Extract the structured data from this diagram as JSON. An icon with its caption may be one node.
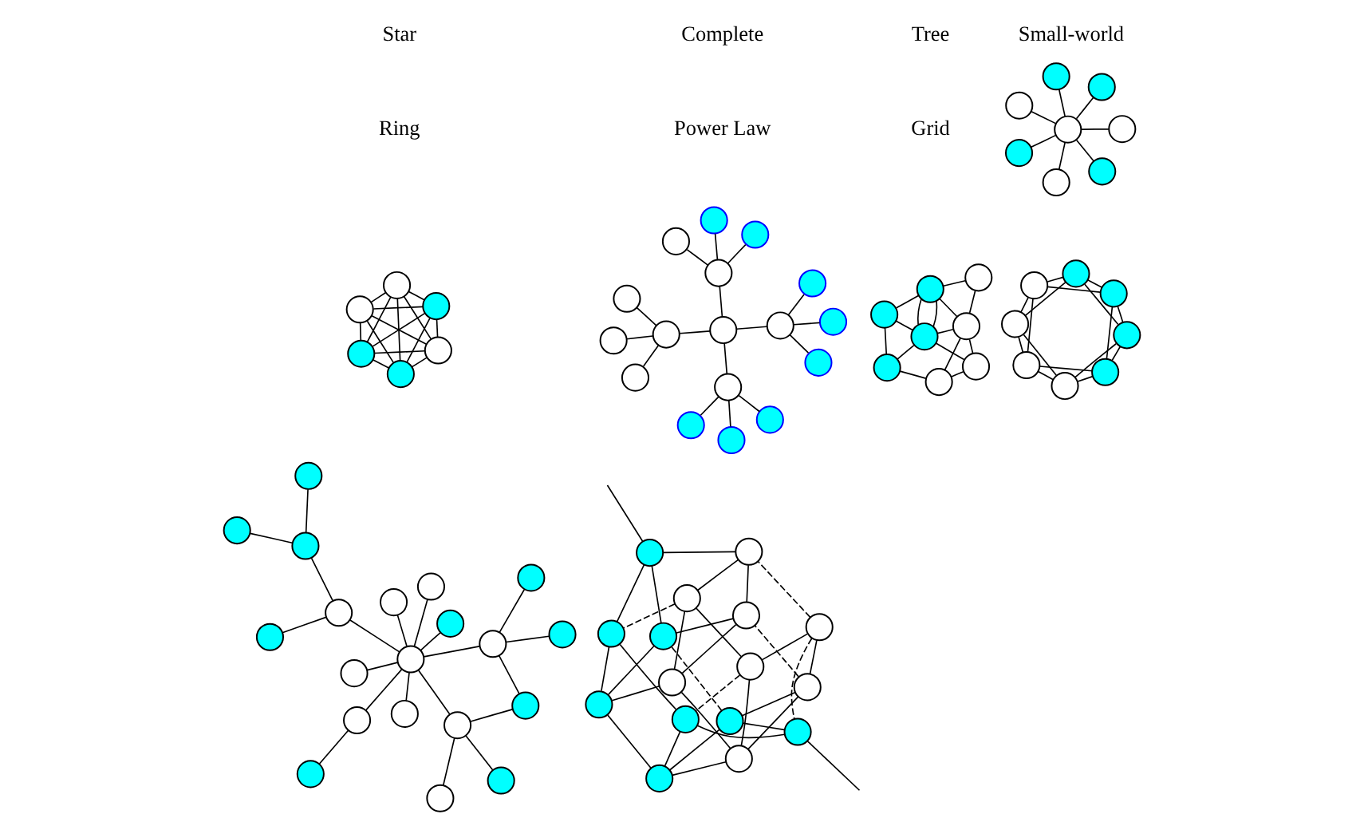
{
  "diagram": {
    "nodes": [
      {
        "text": [],
        "shape": "circle"
      },
      {
        "text": [],
        "shape": "circle"
      },
      {
        "text": [],
        "shape": "circle"
      },
      {
        "text": [],
        "shape": "circle"
      },
      {
        "text": [],
        "shape": "circle"
      },
      {
        "text": [],
        "shape": "circle"
      },
      {
        "text": [],
        "shape": "circle"
      },
      {
        "text": [],
        "shape": "circle"
      },
      {
        "text": [],
        "shape": "circle"
      },
      {
        "text": [],
        "shape": "circle"
      },
      {
        "text": [],
        "shape": "circle"
      },
      {
        "text": [],
        "shape": "circle"
      },
      {
        "text": [],
        "shape": "circle"
      },
      {
        "text": [],
        "shape": "circle"
      },
      {
        "text": [],
        "shape": "circle"
      },
      {
        "text": [],
        "shape": "circle"
      },
      {
        "text": [],
        "shape": "circle"
      },
      {
        "text": [],
        "shape": "circle"
      },
      {
        "text": [],
        "shape": "circle"
      },
      {
        "text": [],
        "shape": "circle"
      },
      {
        "text": [],
        "shape": "circle"
      },
      {
        "text": [],
        "shape": "circle"
      },
      {
        "text": [],
        "shape": "circle"
      },
      {
        "text": [],
        "shape": "circle"
      },
      {
        "text": [],
        "shape": "circle"
      },
      {
        "text": [],
        "shape": "circle"
      },
      {
        "text": [],
        "shape": "circle"
      },
      {
        "text": [],
        "shape": "circle"
      },
      {
        "text": [],
        "shape": "circle"
      },
      {
        "text": [],
        "shape": "circle"
      },
      {
        "text": [],
        "shape": "circle"
      },
      {
        "text": [],
        "shape": "circle"
      },
      {
        "text": [],
        "shape": "circle"
      },
      {
        "text": [],
        "shape": "circle"
      },
      {
        "text": [],
        "shape": "circle"
      },
      {
        "text": [],
        "shape": "circle"
      },
      {
        "text": [],
        "shape": "circle"
      },
      {
        "text": [],
        "shape": "circle"
      },
      {
        "text": [],
        "shape": "circle"
      },
      {
        "text": [],
        "shape": "circle"
      },
      {
        "text": [],
        "shape": "circle"
      },
      {
        "text": [],
        "shape": "circle"
      },
      {
        "text": [],
        "shape": "circle"
      },
      {
        "text": [],
        "shape": "circle"
      },
      {
        "text": [],
        "shape": "circle"
      },
      {
        "text": [],
        "shape": "circle"
      },
      {
        "text": [],
        "shape": "circle"
      },
      {
        "text": [],
        "shape": "circle"
      },
      {
        "text": [],
        "shape": "circle"
      },
      {
        "text": [],
        "shape": "circle"
      },
      {
        "text": [],
        "shape": "circle"
      },
      {
        "text": [],
        "shape": "circle"
      },
      {
        "text": [],
        "shape": "circle"
      },
      {
        "text": [],
        "shape": "circle"
      },
      {
        "text": [],
        "shape": "circle"
      },
      {
        "text": [],
        "shape": "circle"
      },
      {
        "text": [],
        "shape": "circle"
      },
      {
        "text": [],
        "shape": "circle"
      },
      {
        "text": [],
        "shape": "circle"
      },
      {
        "text": [],
        "shape": "circle"
      },
      {
        "text": [],
        "shape": "circle"
      },
      {
        "text": [],
        "shape": "circle"
      },
      {
        "text": [],
        "shape": "circle"
      },
      {
        "text": [],
        "shape": "circle"
      },
      {
        "text": [],
        "shape": "circle"
      },
      {
        "text": [],
        "shape": "circle"
      },
      {
        "text": [],
        "shape": "circle"
      },
      {
        "text": [],
        "shape": "circle"
      },
      {
        "text": [],
        "shape": "circle"
      },
      {
        "text": [],
        "shape": "circle"
      },
      {
        "text": [],
        "shape": "circle"
      },
      {
        "text": [],
        "shape": "circle"
      },
      {
        "text": [],
        "shape": "circle"
      },
      {
        "text": [],
        "shape": "circle"
      },
      {
        "text": [],
        "shape": "circle"
      },
      {
        "text": [],
        "shape": "circle"
      },
      {
        "text": [],
        "shape": "circle"
      },
      {
        "text": [],
        "shape": "circle"
      },
      {
        "text": [],
        "shape": "circle"
      },
      {
        "text": [],
        "shape": "circle"
      },
      {
        "text": [],
        "shape": "circle"
      },
      {
        "text": [],
        "shape": "circle"
      },
      {
        "text": [],
        "shape": "circle"
      }
    ],
    "edges": [
      {
        "from": 0,
        "to": 1,
        "arrow": "none"
      },
      {
        "from": 0,
        "to": 2,
        "arrow": "none"
      },
      {
        "from": 0,
        "to": 3,
        "arrow": "none"
      },
      {
        "from": 0,
        "to": 4,
        "arrow": "none"
      },
      {
        "from": 0,
        "to": 5,
        "arrow": "none"
      },
      {
        "from": 0,
        "to": 6,
        "arrow": "none"
      },
      {
        "from": 0,
        "to": 7,
        "arrow": "none"
      },
      {
        "from": 8,
        "to": 9,
        "arrow": "none"
      },
      {
        "from": 8,
        "to": 10,
        "arrow": "none"
      },
      {
        "from": 8,
        "to": 11,
        "arrow": "none"
      },
      {
        "from": 8,
        "to": 12,
        "arrow": "none"
      },
      {
        "from": 8,
        "to": 13,
        "arrow": "none"
      },
      {
        "from": 9,
        "to": 10,
        "arrow": "none"
      },
      {
        "from": 9,
        "to": 11,
        "arrow": "none"
      },
      {
        "from": 9,
        "to": 12,
        "arrow": "none"
      },
      {
        "from": 9,
        "to": 13,
        "arrow": "none"
      },
      {
        "from": 10,
        "to": 11,
        "arrow": "none"
      },
      {
        "from": 10,
        "to": 12,
        "arrow": "none"
      },
      {
        "from": 10,
        "to": 13,
        "arrow": "none"
      },
      {
        "from": 11,
        "to": 12,
        "arrow": "none"
      },
      {
        "from": 11,
        "to": 13,
        "arrow": "none"
      },
      {
        "from": 12,
        "to": 13,
        "arrow": "none"
      },
      {
        "from": 14,
        "to": 15,
        "arrow": "none"
      },
      {
        "from": 14,
        "to": 16,
        "arrow": "none"
      },
      {
        "from": 14,
        "to": 17,
        "arrow": "none"
      },
      {
        "from": 14,
        "to": 18,
        "arrow": "none"
      },
      {
        "from": 15,
        "to": 19,
        "arrow": "none"
      },
      {
        "from": 15,
        "to": 20,
        "arrow": "none"
      },
      {
        "from": 15,
        "to": 21,
        "arrow": "none"
      },
      {
        "from": 16,
        "to": 22,
        "arrow": "none"
      },
      {
        "from": 16,
        "to": 23,
        "arrow": "none"
      },
      {
        "from": 16,
        "to": 24,
        "arrow": "none"
      },
      {
        "from": 17,
        "to": 25,
        "arrow": "none"
      },
      {
        "from": 17,
        "to": 26,
        "arrow": "none"
      },
      {
        "from": 17,
        "to": 27,
        "arrow": "none"
      },
      {
        "from": 18,
        "to": 28,
        "arrow": "none"
      },
      {
        "from": 18,
        "to": 29,
        "arrow": "none"
      },
      {
        "from": 18,
        "to": 30,
        "arrow": "none"
      },
      {
        "from": 31,
        "to": 32,
        "arrow": "none"
      },
      {
        "from": 32,
        "to": 33,
        "arrow": "none"
      },
      {
        "from": 31,
        "to": 33,
        "arrow": "none"
      },
      {
        "from": 32,
        "to": 35,
        "arrow": "none"
      },
      {
        "from": 32,
        "to": 34,
        "arrow": "none"
      },
      {
        "from": 32,
        "to": 38,
        "arrow": "none"
      },
      {
        "from": 31,
        "to": 38,
        "arrow": "none"
      },
      {
        "from": 33,
        "to": 37,
        "arrow": "none"
      },
      {
        "from": 34,
        "to": 35,
        "arrow": "none"
      },
      {
        "from": 35,
        "to": 36,
        "arrow": "none"
      },
      {
        "from": 36,
        "to": 37,
        "arrow": "none"
      },
      {
        "from": 37,
        "to": 38,
        "arrow": "none"
      },
      {
        "from": 35,
        "to": 38,
        "arrow": "none"
      },
      {
        "from": 35,
        "to": 38,
        "arrow": "none"
      },
      {
        "from": 36,
        "to": 38,
        "arrow": "none"
      },
      {
        "from": 39,
        "to": 40,
        "arrow": "none"
      },
      {
        "from": 40,
        "to": 41,
        "arrow": "none"
      },
      {
        "from": 41,
        "to": 42,
        "arrow": "none"
      },
      {
        "from": 42,
        "to": 43,
        "arrow": "none"
      },
      {
        "from": 43,
        "to": 44,
        "arrow": "none"
      },
      {
        "from": 44,
        "to": 45,
        "arrow": "none"
      },
      {
        "from": 45,
        "to": 46,
        "arrow": "none"
      },
      {
        "from": 46,
        "to": 39,
        "arrow": "none"
      },
      {
        "from": 46,
        "to": 40,
        "arrow": "none"
      },
      {
        "from": 40,
        "to": 42,
        "arrow": "none"
      },
      {
        "from": 42,
        "to": 44,
        "arrow": "none"
      },
      {
        "from": 44,
        "to": 46,
        "arrow": "none"
      },
      {
        "from": 39,
        "to": 41,
        "arrow": "none"
      },
      {
        "from": 41,
        "to": 43,
        "arrow": "none"
      },
      {
        "from": 43,
        "to": 45,
        "arrow": "none"
      },
      {
        "from": 45,
        "to": 39,
        "arrow": "none"
      },
      {
        "from": 49,
        "to": 47,
        "arrow": "none"
      },
      {
        "from": 52,
        "to": 49,
        "arrow": "none"
      },
      {
        "from": 52,
        "to": 48,
        "arrow": "none"
      },
      {
        "from": 52,
        "to": 50,
        "arrow": "none"
      },
      {
        "from": 52,
        "to": 51,
        "arrow": "none"
      },
      {
        "from": 52,
        "to": 53,
        "arrow": "none"
      },
      {
        "from": 52,
        "to": 54,
        "arrow": "none"
      },
      {
        "from": 52,
        "to": 56,
        "arrow": "none"
      },
      {
        "from": 56,
        "to": 55,
        "arrow": "none"
      },
      {
        "from": 56,
        "to": 57,
        "arrow": "none"
      },
      {
        "from": 56,
        "to": 58,
        "arrow": "none"
      },
      {
        "from": 57,
        "to": 60,
        "arrow": "none"
      },
      {
        "from": 52,
        "to": 60,
        "arrow": "none"
      },
      {
        "from": 60,
        "to": 59,
        "arrow": "none"
      },
      {
        "from": 60,
        "to": 61,
        "arrow": "none"
      },
      {
        "from": 52,
        "to": 62,
        "arrow": "none"
      },
      {
        "from": 62,
        "to": 63,
        "arrow": "none"
      },
      {
        "from": 62,
        "to": 64,
        "arrow": "none"
      },
      {
        "from": 64,
        "to": 65,
        "arrow": "none"
      },
      {
        "from": 64,
        "to": 66,
        "arrow": "none"
      },
      {
        "from": 67,
        "to": 68,
        "arrow": "none"
      },
      {
        "from": 68,
        "to": 69,
        "arrow": "none"
      },
      {
        "from": 69,
        "to": 70,
        "arrow": "none"
      },
      {
        "from": 71,
        "to": 72,
        "arrow": "none"
      },
      {
        "from": 72,
        "to": 73,
        "arrow": "none"
      },
      {
        "from": 73,
        "to": 74,
        "arrow": "none"
      },
      {
        "from": 75,
        "to": 76,
        "arrow": "none"
      },
      {
        "from": 76,
        "to": 77,
        "arrow": "none"
      },
      {
        "from": 77,
        "to": 78,
        "arrow": "none"
      },
      {
        "from": 79,
        "to": 80,
        "arrow": "none"
      },
      {
        "from": 80,
        "to": 81,
        "arrow": "none"
      },
      {
        "from": 81,
        "to": 82,
        "arrow": "none"
      },
      {
        "from": 67,
        "to": 71,
        "arrow": "none"
      },
      {
        "from": 71,
        "to": 75,
        "arrow": "none"
      },
      {
        "from": 75,
        "to": 79,
        "arrow": "none"
      },
      {
        "from": 68,
        "to": 72,
        "arrow": "none"
      },
      {
        "from": 72,
        "to": 76,
        "arrow": "none"
      },
      {
        "from": 76,
        "to": 80,
        "arrow": "none"
      },
      {
        "from": 69,
        "to": 73,
        "arrow": "none"
      },
      {
        "from": 73,
        "to": 77,
        "arrow": "none"
      },
      {
        "from": 77,
        "to": 81,
        "arrow": "none"
      },
      {
        "from": 70,
        "to": 74,
        "arrow": "none"
      },
      {
        "from": 74,
        "to": 78,
        "arrow": "none"
      },
      {
        "from": 78,
        "to": 82,
        "arrow": "none"
      },
      {
        "from": 67,
        "to": 70,
        "arrow": "none",
        "style": "dashed"
      },
      {
        "from": 71,
        "to": 74,
        "arrow": "none",
        "style": "dashed"
      },
      {
        "from": 75,
        "to": 78,
        "arrow": "none",
        "style": "dashed"
      },
      {
        "from": 67,
        "to": 79,
        "arrow": "none",
        "style": "dashed"
      },
      {
        "from": 68,
        "to": 80,
        "arrow": "none",
        "style": "dashed"
      },
      {
        "from": 69,
        "to": 81,
        "arrow": "none",
        "style": "dashed"
      },
      {
        "from": 79,
        "to": 82,
        "arrow": "none"
      },
      {
        "from": 70,
        "to": null,
        "arrow": "none"
      },
      {
        "from": 82,
        "to": null,
        "arrow": "none"
      }
    ],
    "labels": [
      "Star",
      "Complete",
      "Tree",
      "Small-world",
      "Ring",
      "Power Law",
      "Grid"
    ]
  }
}
